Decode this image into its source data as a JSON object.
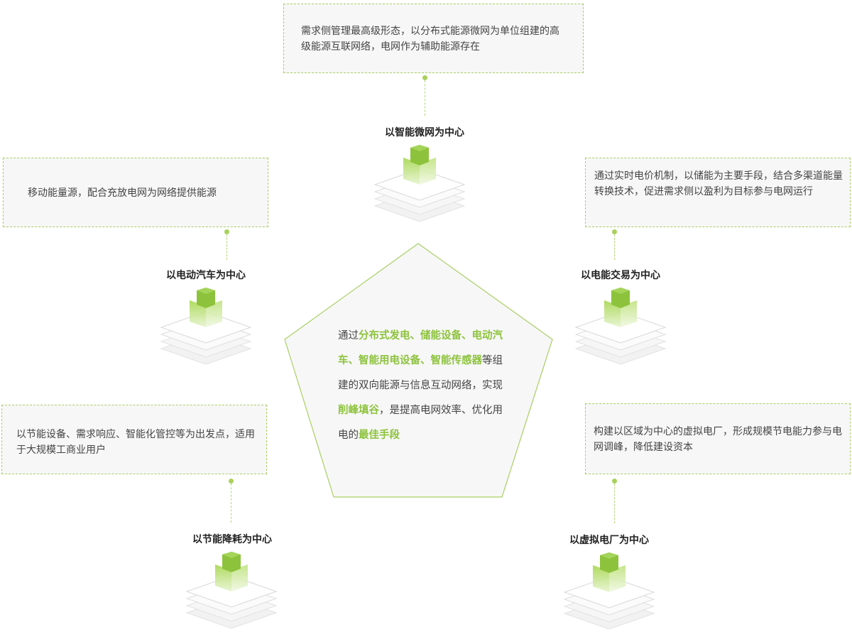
{
  "center": {
    "segments": [
      {
        "text": "通过",
        "highlight": false
      },
      {
        "text": "分布式发电、储能设备、电动汽车、智能用电设备、智能传感器",
        "highlight": true
      },
      {
        "text": "等组建的双向能源与信息互动网络，实现",
        "highlight": false
      },
      {
        "text": "削峰填谷",
        "highlight": true
      },
      {
        "text": "，是提高电网效率、优化用电的",
        "highlight": false
      },
      {
        "text": "最佳手段",
        "highlight": true
      }
    ]
  },
  "nodes": {
    "microgrid": {
      "title": "以智能微网为中心",
      "desc": "需求侧管理最高级形态，以分布式能源微网为单位组建的高级能源互联网络，电网作为辅助能源存在"
    },
    "ev": {
      "title": "以电动汽车为中心",
      "desc": "移动能量源，配合充放电网为网络提供能源"
    },
    "trade": {
      "title": "以电能交易为中心",
      "desc": "通过实时电价机制，以储能为主要手段，结合多渠道能量转换技术，促进需求侧以盈利为目标参与电网运行"
    },
    "saving": {
      "title": "以节能降耗为中心",
      "desc": "以节能设备、需求响应、智能化管控等为出发点，适用于大规模工商业用户"
    },
    "vpp": {
      "title": "以虚拟电厂为中心",
      "desc": "构建以区域为中心的虚拟电厂，形成规模节电能力参与电网调峰，降低建设资本"
    }
  },
  "colors": {
    "accent": "#8dc33c",
    "border": "#a9cf63",
    "box_bg": "#f7f7f7"
  },
  "icons": {
    "node_icon": "stacked-layers-cube-icon"
  }
}
